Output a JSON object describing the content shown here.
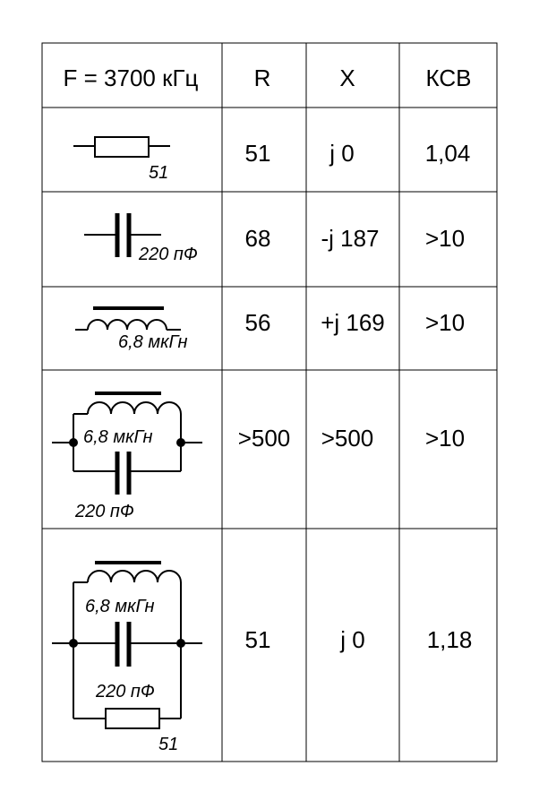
{
  "table": {
    "headers": [
      "F = 3700 кГц",
      "R",
      "X",
      "КСВ"
    ],
    "rows": [
      {
        "circuit": "resistor",
        "labels": [
          "51"
        ],
        "r": "51",
        "x": "j 0",
        "swr": "1,04"
      },
      {
        "circuit": "capacitor",
        "labels": [
          "220 пФ"
        ],
        "r": "68",
        "x": "-j 187",
        "swr": ">10"
      },
      {
        "circuit": "inductor",
        "labels": [
          "6,8 мкГн"
        ],
        "r": "56",
        "x": "+j 169",
        "swr": ">10"
      },
      {
        "circuit": "parallel-lc",
        "labels": [
          "6,8 мкГн",
          "220 пФ"
        ],
        "r": ">500",
        "x": ">500",
        "swr": ">10"
      },
      {
        "circuit": "parallel-lcr",
        "labels": [
          "6,8 мкГн",
          "220 пФ",
          "51"
        ],
        "r": "51",
        "x": "j 0",
        "swr": "1,18"
      }
    ]
  }
}
